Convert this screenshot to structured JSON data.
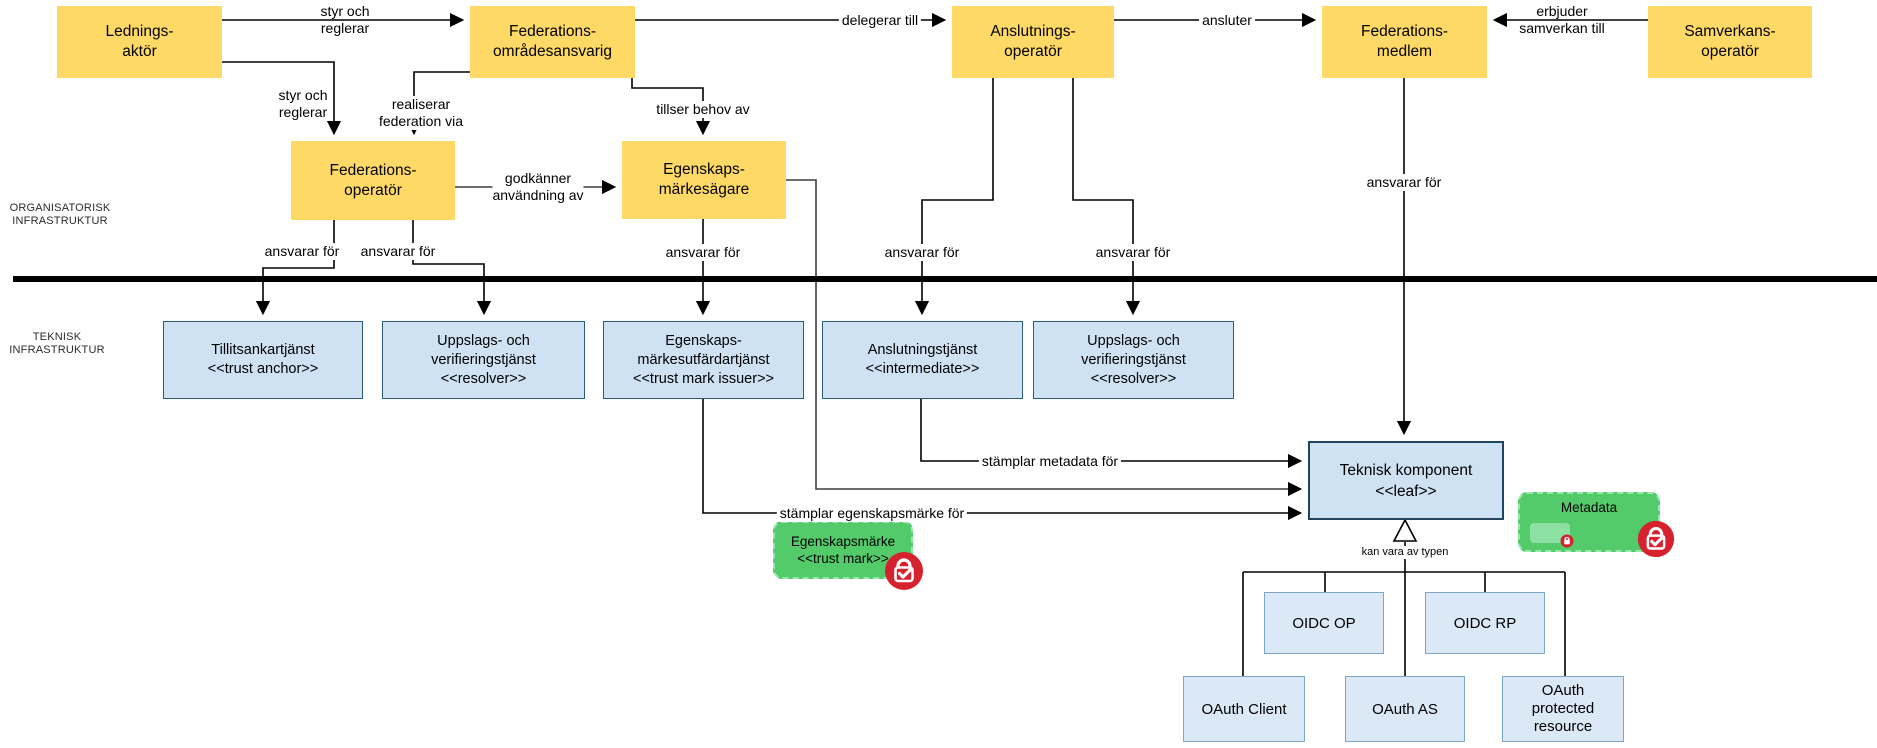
{
  "diagram": {
    "sections": {
      "org": {
        "line1": "ORGANISATORISK",
        "line2": "INFRASTRUKTUR"
      },
      "tech": {
        "line1": "TEKNISK",
        "line2": "INFRASTRUKTUR"
      }
    },
    "actors": {
      "ledningsaktor": {
        "line1": "Lednings-",
        "line2": "aktör"
      },
      "federationsomradesansvarig": {
        "line1": "Federations-",
        "line2": "områdesansvarig"
      },
      "anslutningsoperator": {
        "line1": "Anslutnings-",
        "line2": "operatör"
      },
      "federationsmedlem": {
        "line1": "Federations-",
        "line2": "medlem"
      },
      "samverkansoperator": {
        "line1": "Samverkans-",
        "line2": "operatör"
      },
      "federationsoperator": {
        "line1": "Federations-",
        "line2": "operatör"
      },
      "egenskapsmarkesagare": {
        "line1": "Egenskaps-",
        "line2": "märkesägare"
      }
    },
    "services": {
      "tillitsankartjanst": {
        "line1": "Tillitsankartjänst",
        "line2": "<<trust anchor>>"
      },
      "uppslagstjanst1": {
        "line1": "Uppslags- och",
        "line2": "verifieringstjänst",
        "line3": "<<resolver>>"
      },
      "egenskapsmarkesutfardartjanst": {
        "line1": "Egenskaps-",
        "line2": "märkesutfärdartjänst",
        "line3": "<<trust mark issuer>>"
      },
      "anslutningstjanst": {
        "line1": "Anslutningstjänst",
        "line2": "<<intermediate>>"
      },
      "uppslagstjanst2": {
        "line1": "Uppslags- och",
        "line2": "verifieringstjänst",
        "line3": "<<resolver>>"
      },
      "teknisk_komponent": {
        "line1": "Teknisk komponent",
        "line2": "<<leaf>>"
      }
    },
    "artifacts": {
      "egenskapsmarke": {
        "line1": "Egenskapsmärke",
        "line2": "<<trust mark>>"
      },
      "metadata": {
        "label": "Metadata"
      }
    },
    "component_types": {
      "oidc_op": "OIDC OP",
      "oidc_rp": "OIDC RP",
      "oauth_client": "OAuth Client",
      "oauth_as": "OAuth AS",
      "oauth_protected_resource": {
        "line1": "OAuth",
        "line2": "protected",
        "line3": "resource"
      }
    },
    "edge_labels": {
      "styr_och_reglerar": {
        "line1": "styr och",
        "line2": "reglerar"
      },
      "realiserar": {
        "line1": "realiserar",
        "line2": "federation via"
      },
      "delegerar_till": "delegerar till",
      "ansluter": "ansluter",
      "erbjuder": {
        "line1": "erbjuder",
        "line2": "samverkan till"
      },
      "tillser": "tillser behov av",
      "godkanner": {
        "line1": "godkänner",
        "line2": "användning av"
      },
      "ansvarar_for": "ansvarar för",
      "stamplar_metadata": "stämplar metadata för",
      "stamplar_egenskapsmarke": "stämplar egenskapsmärke för",
      "kan_vara_av_typen": "kan vara av typen"
    },
    "colors": {
      "actor_fill": "#ffd966",
      "service_fill": "#cfe2f3",
      "service_border": "#2e5b7a",
      "type_fill": "#dbe8f6",
      "artifact_fill": "#53cb6b",
      "lock_red": "#d6212f",
      "line": "#000000"
    }
  }
}
